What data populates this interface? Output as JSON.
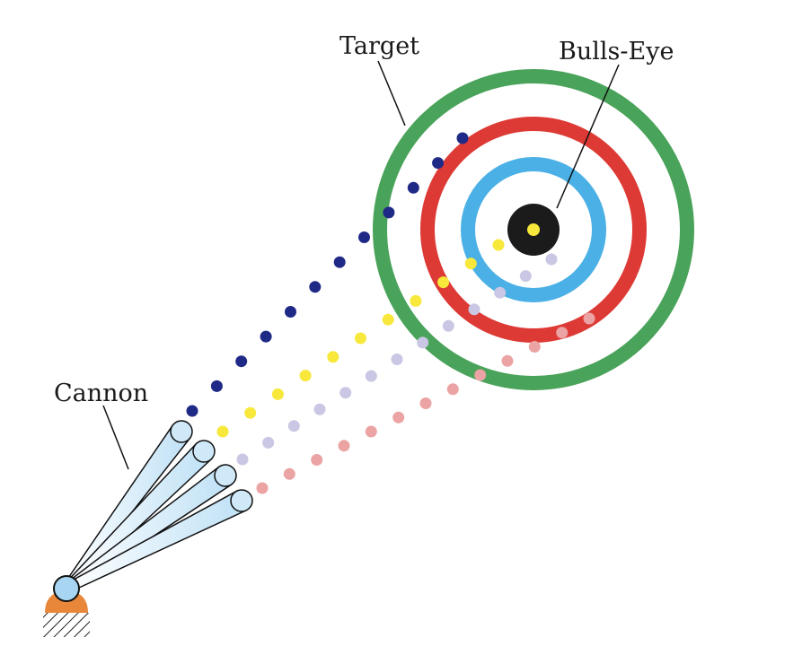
{
  "labels": {
    "target": "Target",
    "bulls_eye": "Bulls-Eye",
    "cannon": "Cannon"
  },
  "colors": {
    "ring_outer": "#4aa35a",
    "ring_middle": "#dd3a35",
    "ring_inner": "#4ab0e6",
    "bulls_eye": "#1b1b1b",
    "bulls_eye_center": "#f7e83b",
    "trajectory_1": "#1f2a86",
    "trajectory_2": "#f7e83b",
    "trajectory_3": "#c9c7e3",
    "trajectory_4": "#eba3a3",
    "barrel_fill": "#cfe9f8",
    "mount": "#e8873a"
  }
}
